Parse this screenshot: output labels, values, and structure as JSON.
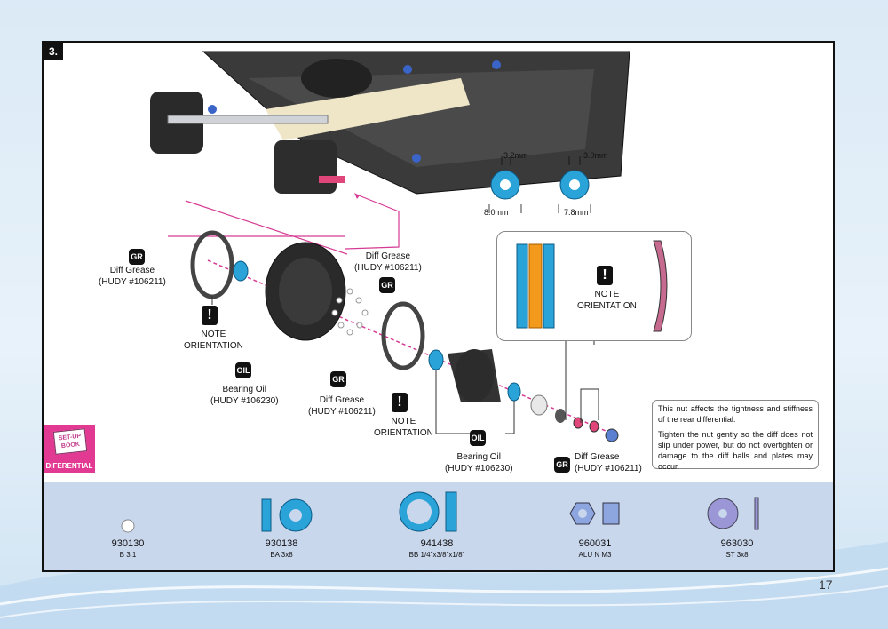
{
  "step": {
    "number": "3."
  },
  "labels": {
    "diff_grease_left": [
      "Diff Grease",
      "(HUDY #106211)"
    ],
    "diff_grease_top": [
      "Diff Grease",
      "(HUDY #106211)"
    ],
    "diff_grease_mid": [
      "Diff Grease",
      "(HUDY #106211)"
    ],
    "diff_grease_right": [
      "Diff Grease",
      "(HUDY #106211)"
    ],
    "bearing_oil_left": [
      "Bearing Oil",
      "(HUDY #106230)"
    ],
    "bearing_oil_mid": [
      "Bearing Oil",
      "(HUDY #106230)"
    ],
    "note_left": [
      "NOTE",
      "ORIENTATION"
    ],
    "note_mid": [
      "NOTE",
      "ORIENTATION"
    ],
    "note_zoom": [
      "NOTE",
      "ORIENTATION"
    ]
  },
  "icons": {
    "grease": "GR",
    "oil": "OIL",
    "note": "!"
  },
  "dimensions": {
    "left_thick": "3.2mm",
    "left_dia": "8.0mm",
    "right_thick": "3.0mm",
    "right_dia": "7.8mm"
  },
  "callout": {
    "p1": "This nut affects the tightness and stiffness of the rear differential.",
    "p2": "Tighten the nut gently so the diff does not slip under power, but do not overtighten or damage to the diff balls and plates may occur."
  },
  "setup_book": {
    "line1": "SET-UP",
    "line2": "BOOK",
    "tag": "DIFERENTIAL"
  },
  "parts": [
    {
      "number": "930130",
      "desc": "B 3.1",
      "icon": "ball-icon"
    },
    {
      "number": "930138",
      "desc": "BA 3x8",
      "icon": "bearing-icon"
    },
    {
      "number": "941438",
      "desc": "BB 1/4\"x3/8\"x1/8\"",
      "icon": "bearing-large-icon"
    },
    {
      "number": "960031",
      "desc": "ALU N M3",
      "icon": "nut-icon"
    },
    {
      "number": "963030",
      "desc": "ST 3x8",
      "icon": "washer-icon"
    }
  ],
  "page_number": "17",
  "colors": {
    "accent": "#e23a93",
    "bearing_blue": "#2aa3d8",
    "parts_bar": "#c9d7ed"
  }
}
